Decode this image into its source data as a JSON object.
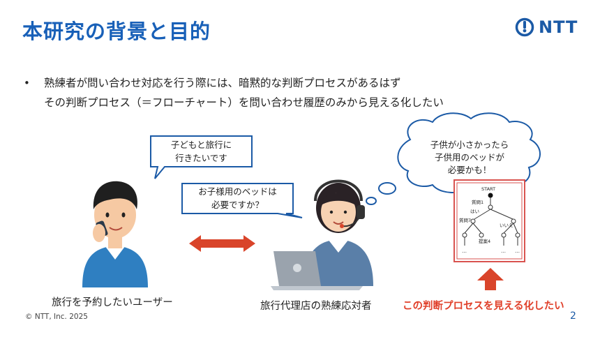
{
  "slide": {
    "title": "本研究の背景と目的",
    "logo_text": "NTT",
    "bullet_line1": "熟練者が問い合わせ対応を行う際には、暗黙的な判断プロセスがあるはず",
    "bullet_line2": "その判断プロセス（＝フローチャート）を問い合わせ履歴のみから見える化したい",
    "customer_bubble": [
      "子どもと旅行に",
      "行きたいです"
    ],
    "agent_bubble": [
      "お子様用のベッドは",
      "必要ですか？"
    ],
    "thought_bubble": [
      "子供が小さかったら",
      "子供用のベッドが",
      "必要かも！"
    ],
    "flowchart": {
      "start": "START",
      "q1": "質問1",
      "yes": "はい",
      "q7": "質問7",
      "no": "いいえ",
      "proposal": "提案4",
      "ellipsis": "…"
    },
    "caption_customer": "旅行を予約したいユーザー",
    "caption_agent": "旅行代理店の熟練応対者",
    "caption_goal": "この判断プロセスを見える化したい",
    "copyright": "© NTT, Inc.  2025",
    "page_number": "2"
  },
  "colors": {
    "title": "#1860b8",
    "accent_red": "#e0402a",
    "logo": "#1b5aa6"
  }
}
